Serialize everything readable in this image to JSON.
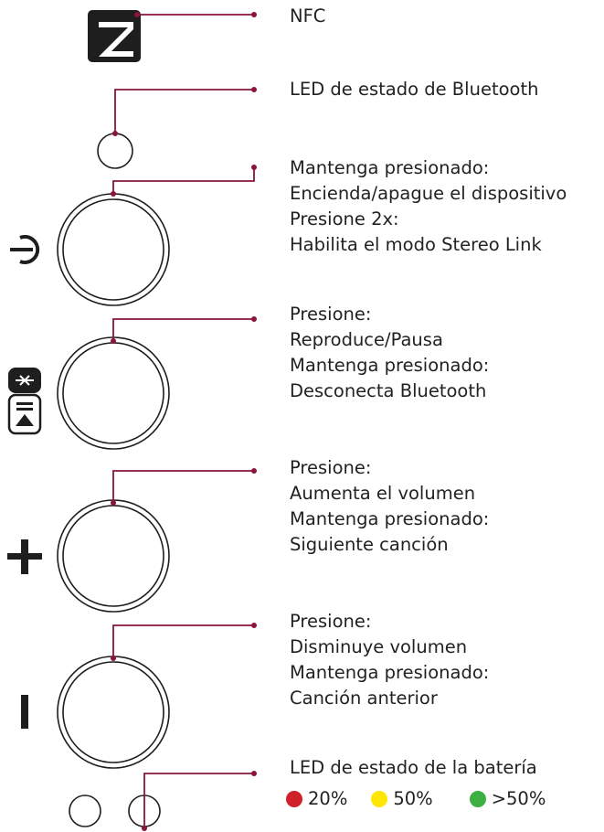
{
  "colors": {
    "leader_line": "#8a1538",
    "icon_fill": "#1e1e1e",
    "led_red": "#d0202a",
    "led_yellow": "#ffe600",
    "led_green": "#3cb043"
  },
  "labels": {
    "nfc": [
      "NFC"
    ],
    "bt_led": [
      "LED de estado de Bluetooth"
    ],
    "power": [
      "Mantenga presionado:",
      "Encienda/apague el dispositivo",
      "Presione 2x:",
      "Habilita el modo Stereo Link"
    ],
    "play": [
      "Presione:",
      "Reproduce/Pausa",
      "Mantenga presionado:",
      "Desconecta Bluetooth"
    ],
    "volup": [
      "Presione:",
      "Aumenta el volumen",
      "Mantenga presionado:",
      "Siguiente canción"
    ],
    "voldown": [
      "Presione:",
      "Disminuye volumen",
      "Mantenga presionado:",
      "Canción anterior"
    ],
    "battery": [
      "LED de estado de la batería"
    ]
  },
  "battery_legend": [
    {
      "color": "#d0202a",
      "text": "20%"
    },
    {
      "color": "#ffe600",
      "text": "50%"
    },
    {
      "color": "#3cb043",
      "text": ">50%"
    }
  ],
  "icons": {
    "nfc": "nfc-icon",
    "power": "power-icon",
    "bluetooth": "bluetooth-icon",
    "play_pause": "play-pause-icon",
    "plus": "plus-icon",
    "minus": "minus-icon"
  }
}
